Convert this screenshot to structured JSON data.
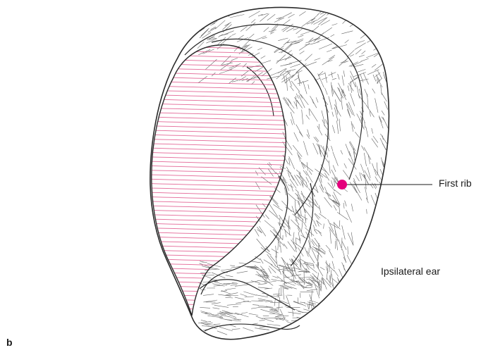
{
  "figure": {
    "panel_letter": "b",
    "labels": {
      "first_rib": "First rib",
      "ipsilateral_ear": "Ipsilateral ear"
    },
    "colors": {
      "hatch": "#e0558a",
      "marker": "#e4007c",
      "outline": "#2a2a2a",
      "shading": "#4a4a4a"
    }
  }
}
